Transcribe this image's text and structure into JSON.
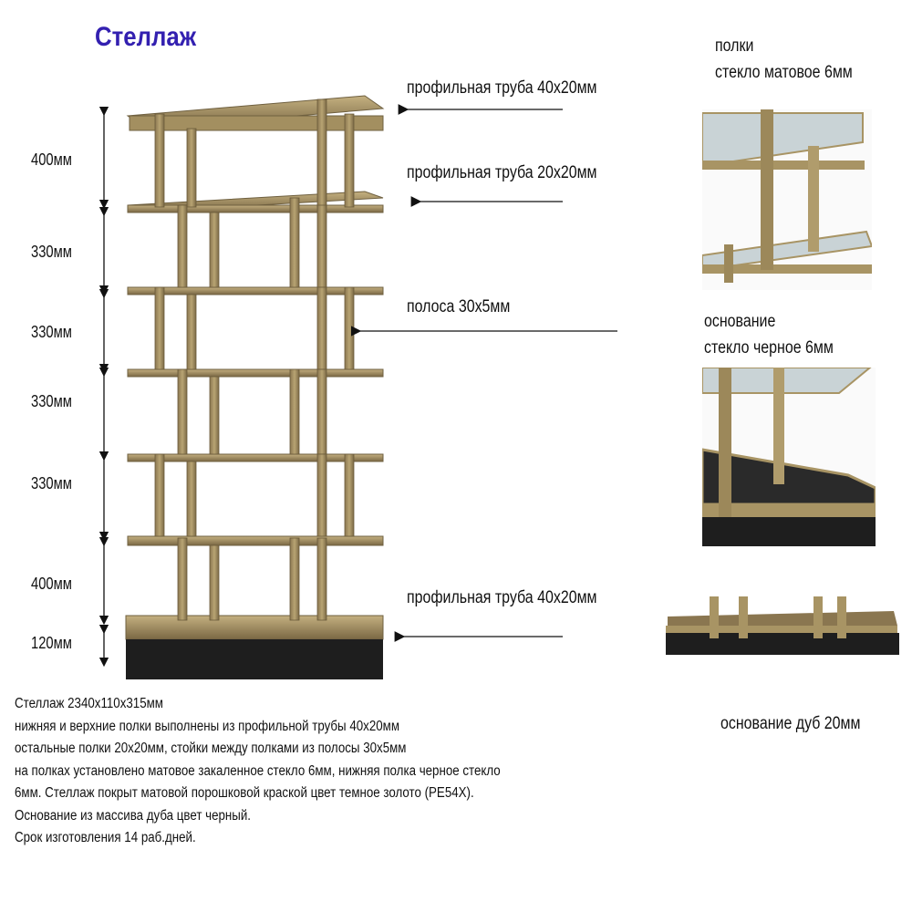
{
  "title": "Стеллаж",
  "colors": {
    "title": "#3320b0",
    "text": "#111111",
    "gold": "#a89464",
    "gold_dark": "#6f6040",
    "glass": "#c9d3d6",
    "black_glass": "#2a2a2a",
    "oak_black": "#1e1e1e"
  },
  "dimensions": [
    "400мм",
    "330мм",
    "330мм",
    "330мм",
    "330мм",
    "400мм",
    "120мм"
  ],
  "callouts": [
    "профильная труба 40x20мм",
    "профильная труба 20x20мм",
    "полоса 30x5мм",
    "профильная труба 40x20мм"
  ],
  "details": {
    "shelves_line1": "полки",
    "shelves_line2": "стекло матовое 6мм",
    "base_line1": "основание",
    "base_line2": "стекло черное 6мм",
    "oak": "основание дуб 20мм"
  },
  "description": [
    "Стеллаж  2340x110x315мм",
    "нижняя и верхние полки выполнены из профильной трубы 40x20мм",
    "остальные полки 20x20мм, стойки между полками из полосы 30x5мм",
    "на полках установлено матовое закаленное стекло 6мм, нижняя полка черное стекло",
    "6мм. Стеллаж покрыт матовой порошковой краской цвет темное золото  (PE54X).",
    "Основание из массива дуба цвет черный.",
    "Срок изготовления 14 раб.дней."
  ]
}
